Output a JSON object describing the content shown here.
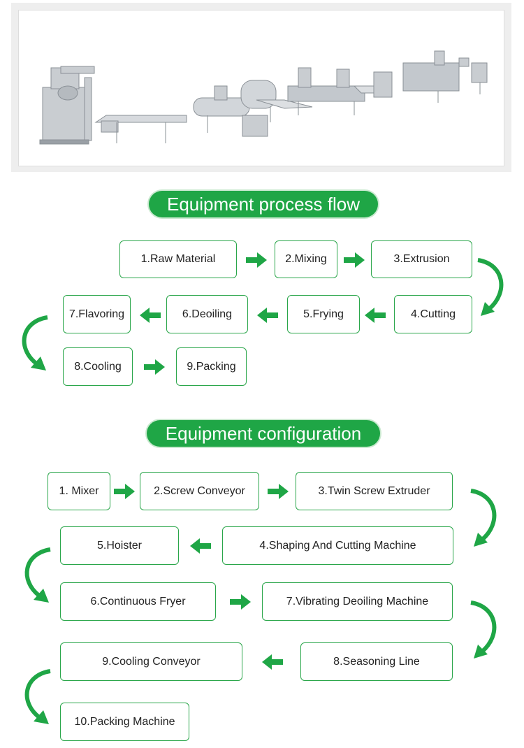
{
  "colors": {
    "accent": "#1fa646",
    "box_border": "#2aa64a",
    "photo_bg": "#eeeeee"
  },
  "photo": {
    "subject": "production-line-machinery-photo"
  },
  "section1": {
    "title": "Equipment process flow",
    "steps": [
      "1.Raw Material",
      "2.Mixing",
      "3.Extrusion",
      "4.Cutting",
      "5.Frying",
      "6.Deoiling",
      "7.Flavoring",
      "8.Cooling",
      "9.Packing"
    ]
  },
  "section2": {
    "title": "Equipment configuration",
    "steps": [
      "1. Mixer",
      "2.Screw Conveyor",
      "3.Twin Screw Extruder",
      "4.Shaping And Cutting Machine",
      "5.Hoister",
      "6.Continuous Fryer",
      "7.Vibrating Deoiling Machine",
      "8.Seasoning Line",
      "9.Cooling Conveyor",
      "10.Packing Machine"
    ]
  }
}
